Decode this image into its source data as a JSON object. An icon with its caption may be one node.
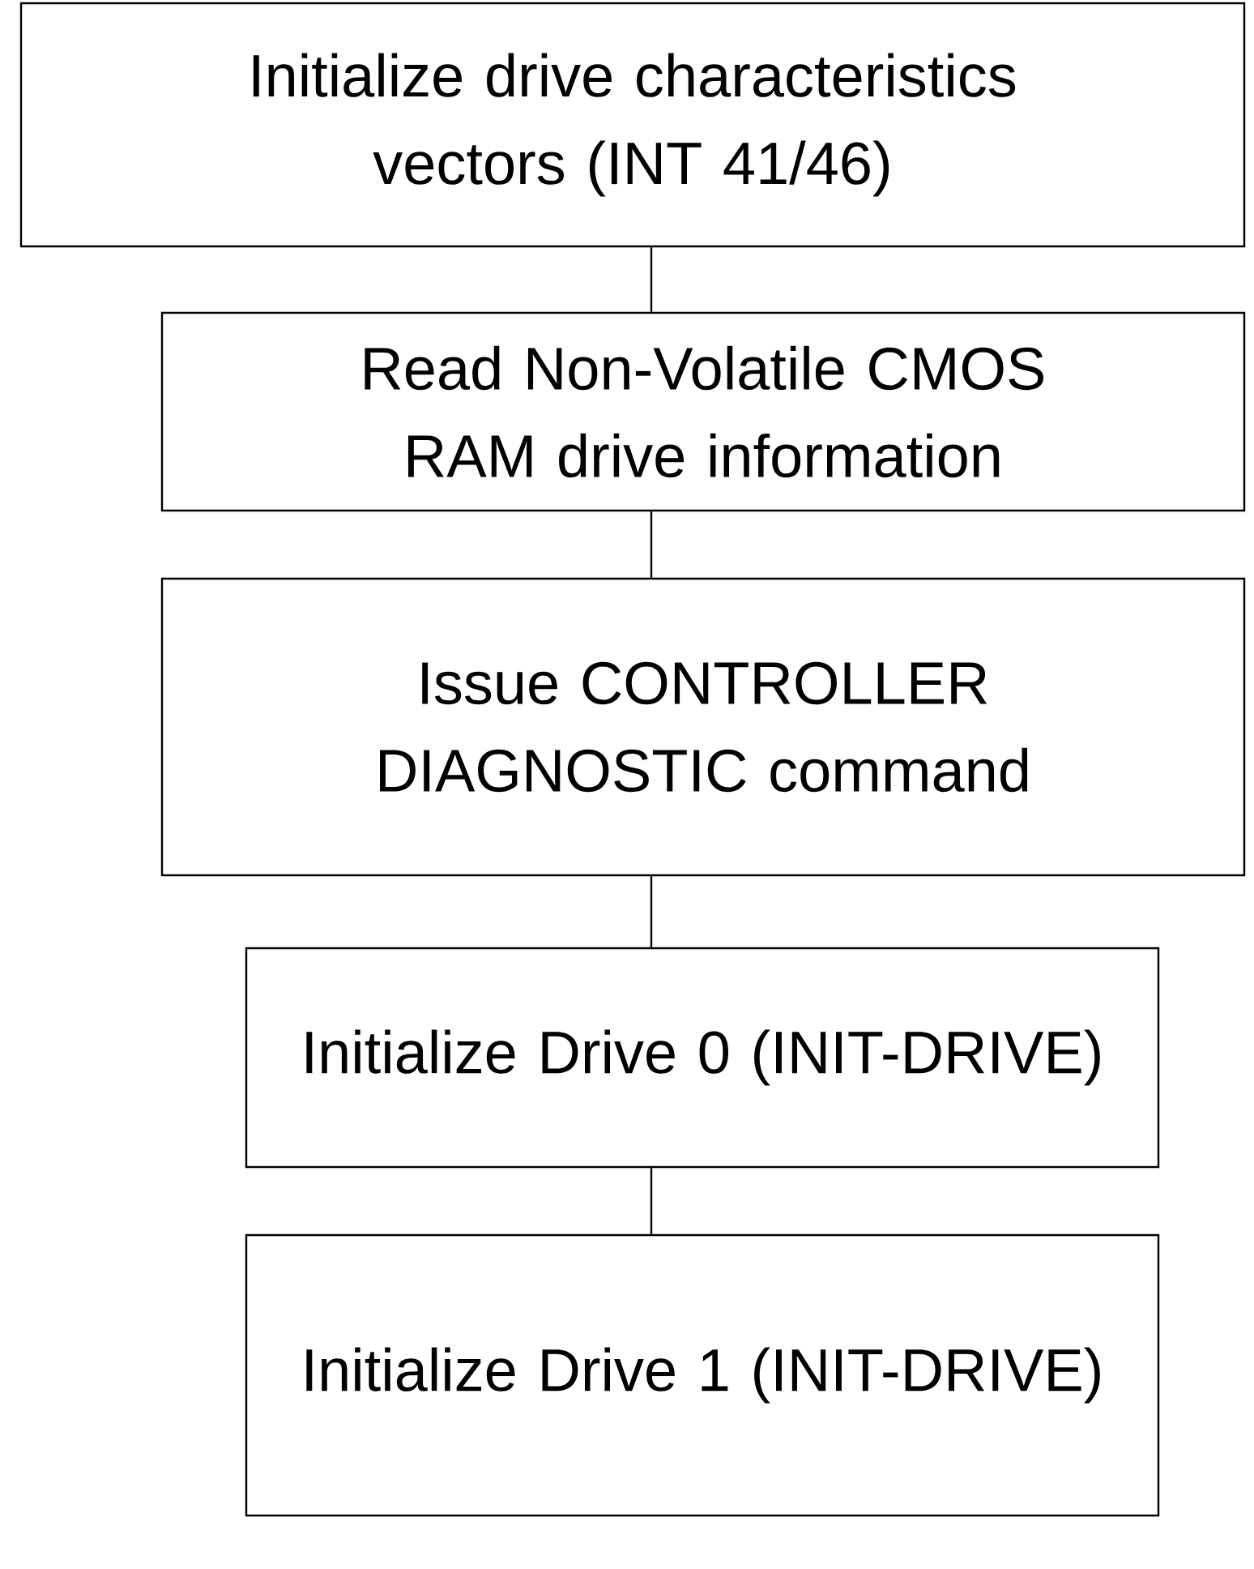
{
  "diagram": {
    "nodes": [
      {
        "text": [
          "Initialize drive characteristics vectors (INT 41/46)"
        ]
      },
      {
        "text": [
          "Read Non-Volatile CMOS RAM drive information"
        ]
      },
      {
        "text": [
          "Issue CONTROLLER DIAGNOSTIC command"
        ]
      },
      {
        "text": [
          "Initialize Drive 0 (INIT-DRIVE)"
        ]
      },
      {
        "text": [
          "Initialize Drive 1 (INIT-DRIVE)"
        ]
      }
    ],
    "edges": [
      {
        "from": 0,
        "to": 1,
        "arrow": "none"
      },
      {
        "from": 1,
        "to": 2,
        "arrow": "none"
      },
      {
        "from": 2,
        "to": 3,
        "arrow": "none"
      },
      {
        "from": 3,
        "to": 4,
        "arrow": "none"
      }
    ]
  }
}
